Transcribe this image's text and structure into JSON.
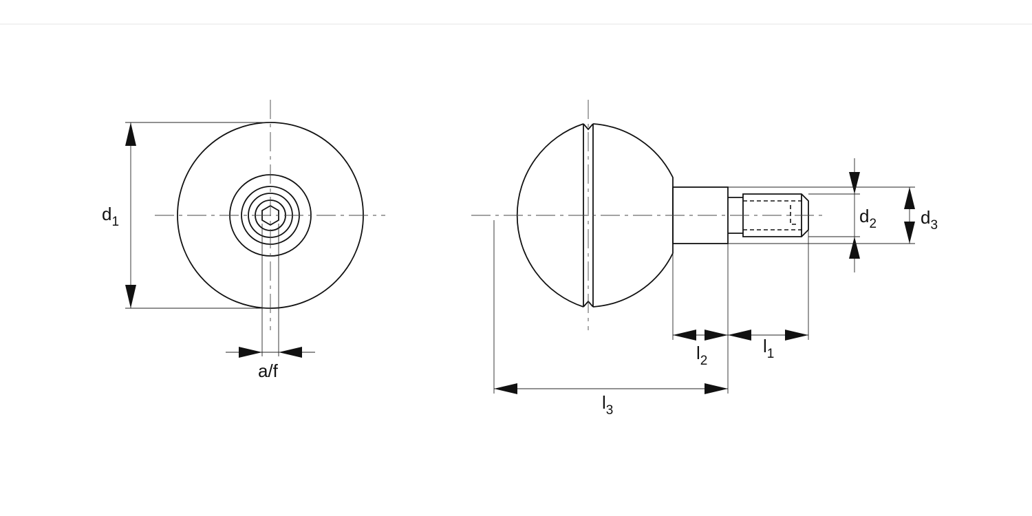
{
  "labels": {
    "d1": {
      "main": "d",
      "sub": "1"
    },
    "d2": {
      "main": "d",
      "sub": "2"
    },
    "d3": {
      "main": "d",
      "sub": "3"
    },
    "l1": {
      "main": "l",
      "sub": "1"
    },
    "l2": {
      "main": "l",
      "sub": "2"
    },
    "l3": {
      "main": "l",
      "sub": "3"
    },
    "af": "a/f"
  },
  "colors": {
    "line": "#111111",
    "background": "#ffffff"
  }
}
